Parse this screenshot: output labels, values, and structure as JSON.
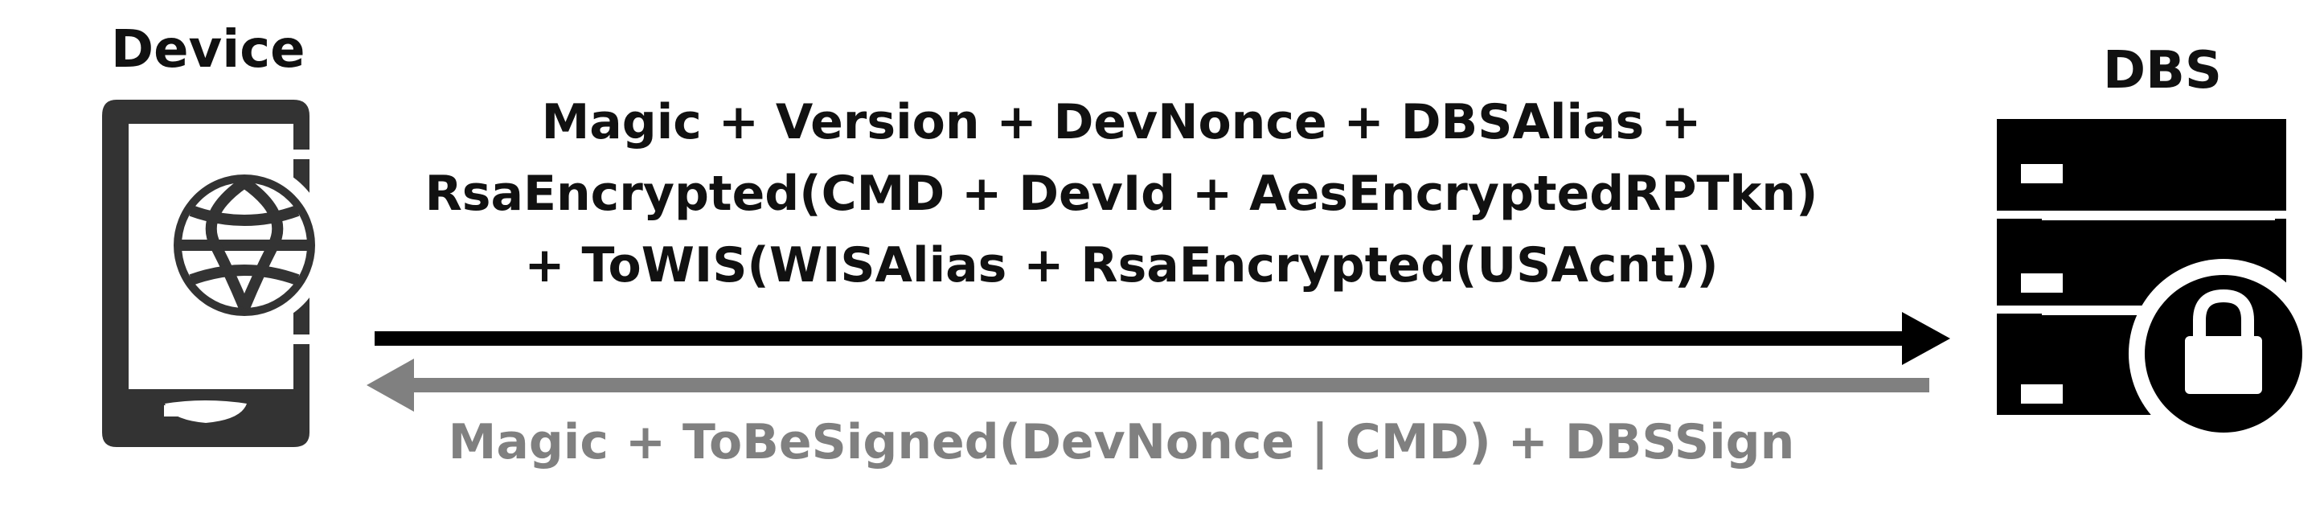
{
  "device": {
    "label": "Device",
    "icon": "smartphone-globe-icon"
  },
  "dbs": {
    "label": "DBS",
    "icon": "server-lock-icon"
  },
  "request": {
    "lines": [
      "Magic + Version + DevNonce + DBSAlias +",
      "RsaEncrypted(CMD + DevId + AesEncryptedRPTkn)",
      "+ ToWIS(WISAlias + RsaEncrypted(USAcnt))"
    ],
    "arrow_color": "#000000"
  },
  "response": {
    "text": "Magic + ToBeSigned(DevNonce | CMD) + DBSSign",
    "arrow_color": "#808080"
  },
  "colors": {
    "icon": "#333333",
    "text": "#111111",
    "response": "#808080"
  }
}
